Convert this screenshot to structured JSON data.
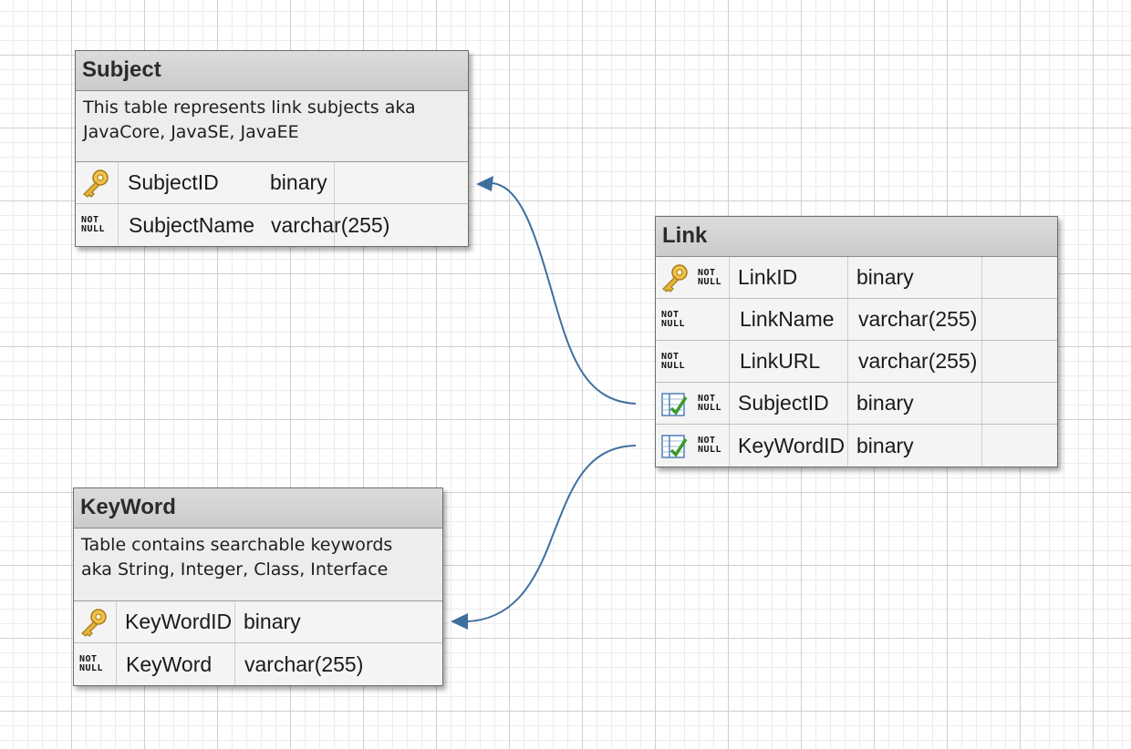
{
  "entities": {
    "subject": {
      "title": "Subject",
      "comment": "This table represents link subjects aka\nJavaCore, JavaSE, JavaEE",
      "columns": [
        {
          "name": "SubjectID",
          "type": "binary",
          "icons": [
            "primary-key-icon"
          ]
        },
        {
          "name": "SubjectName",
          "type": "varchar(255)",
          "icons": [
            "not-null-icon"
          ]
        }
      ]
    },
    "link": {
      "title": "Link",
      "columns": [
        {
          "name": "LinkID",
          "type": "binary",
          "icons": [
            "primary-key-icon",
            "not-null-icon"
          ]
        },
        {
          "name": "LinkName",
          "type": "varchar(255)",
          "icons": [
            "not-null-icon"
          ]
        },
        {
          "name": "LinkURL",
          "type": "varchar(255)",
          "icons": [
            "not-null-icon"
          ]
        },
        {
          "name": "SubjectID",
          "type": "binary",
          "icons": [
            "foreign-key-icon",
            "not-null-icon"
          ]
        },
        {
          "name": "KeyWordID",
          "type": "binary",
          "icons": [
            "foreign-key-icon",
            "not-null-icon"
          ]
        }
      ]
    },
    "keyword": {
      "title": "KeyWord",
      "comment": "Table contains searchable keywords\naka String, Integer, Class, Interface",
      "columns": [
        {
          "name": "KeyWordID",
          "type": "binary",
          "icons": [
            "primary-key-icon"
          ]
        },
        {
          "name": "KeyWord",
          "type": "varchar(255)",
          "icons": [
            "not-null-icon"
          ]
        }
      ]
    }
  },
  "icon_text": {
    "not_null_line1": "NOT",
    "not_null_line2": "NULL"
  },
  "relationships": [
    {
      "from": "Link.SubjectID",
      "to": "Subject.SubjectID"
    },
    {
      "from": "Link.KeyWordID",
      "to": "KeyWord.KeyWordID"
    }
  ],
  "colors": {
    "connector": "#3f6f9e",
    "grid_major": "#cfcfcf",
    "grid_minor": "#ececec",
    "header_bg": "#d3d3d3",
    "key_gold": "#e3b23c",
    "fk_green": "#3c9a2e",
    "fk_blue": "#4f7fb8"
  }
}
